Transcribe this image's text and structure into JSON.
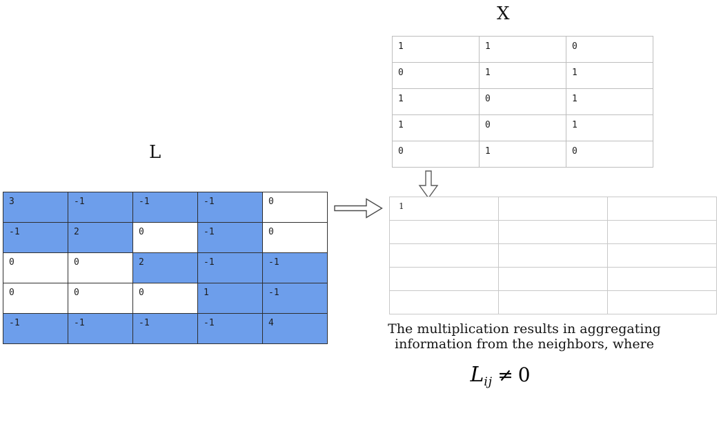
{
  "l_matrix": {
    "label": "L",
    "rows": [
      {
        "cells": [
          {
            "v": "3",
            "hl": true
          },
          {
            "v": "-1",
            "hl": true
          },
          {
            "v": "-1",
            "hl": true
          },
          {
            "v": "-1",
            "hl": true
          },
          {
            "v": "0",
            "hl": false
          }
        ]
      },
      {
        "cells": [
          {
            "v": "-1",
            "hl": true
          },
          {
            "v": "2",
            "hl": true
          },
          {
            "v": "0",
            "hl": false
          },
          {
            "v": "-1",
            "hl": true
          },
          {
            "v": "0",
            "hl": false
          }
        ]
      },
      {
        "cells": [
          {
            "v": "0",
            "hl": false
          },
          {
            "v": "0",
            "hl": false
          },
          {
            "v": "2",
            "hl": true
          },
          {
            "v": "-1",
            "hl": true
          },
          {
            "v": "-1",
            "hl": true
          }
        ]
      },
      {
        "cells": [
          {
            "v": "0",
            "hl": false
          },
          {
            "v": "0",
            "hl": false
          },
          {
            "v": "0",
            "hl": false
          },
          {
            "v": "1",
            "hl": true
          },
          {
            "v": "-1",
            "hl": true
          }
        ]
      },
      {
        "cells": [
          {
            "v": "-1",
            "hl": true
          },
          {
            "v": "-1",
            "hl": true
          },
          {
            "v": "-1",
            "hl": true
          },
          {
            "v": "-1",
            "hl": true
          },
          {
            "v": "4",
            "hl": true
          }
        ]
      }
    ]
  },
  "x_matrix": {
    "label": "X",
    "rows": [
      {
        "cells": [
          {
            "v": "1"
          },
          {
            "v": "1"
          },
          {
            "v": "0"
          }
        ]
      },
      {
        "cells": [
          {
            "v": "0"
          },
          {
            "v": "1"
          },
          {
            "v": "1"
          }
        ]
      },
      {
        "cells": [
          {
            "v": "1"
          },
          {
            "v": "0"
          },
          {
            "v": "1"
          }
        ]
      },
      {
        "cells": [
          {
            "v": "1"
          },
          {
            "v": "0"
          },
          {
            "v": "1"
          }
        ]
      },
      {
        "cells": [
          {
            "v": "0"
          },
          {
            "v": "1"
          },
          {
            "v": "0"
          }
        ]
      }
    ]
  },
  "result_matrix": {
    "rows": [
      {
        "cells": [
          {
            "v": "1"
          },
          {
            "v": ""
          },
          {
            "v": ""
          }
        ]
      },
      {
        "cells": [
          {
            "v": ""
          },
          {
            "v": ""
          },
          {
            "v": ""
          }
        ]
      },
      {
        "cells": [
          {
            "v": ""
          },
          {
            "v": ""
          },
          {
            "v": ""
          }
        ]
      },
      {
        "cells": [
          {
            "v": ""
          },
          {
            "v": ""
          },
          {
            "v": ""
          }
        ]
      },
      {
        "cells": [
          {
            "v": ""
          },
          {
            "v": ""
          },
          {
            "v": ""
          }
        ]
      }
    ]
  },
  "caption": {
    "line1": "The multiplication results in aggregating",
    "line2": "information from the neighbors, where"
  },
  "formula": {
    "base": "L",
    "subscript": "ij",
    "relation": "≠",
    "rhs": "0"
  },
  "icons": {
    "right_arrow": "hollow-right-arrow-icon",
    "down_arrow": "hollow-down-arrow-icon"
  },
  "colors": {
    "highlight_blue": "#6d9eeb",
    "l_border": "#2e2e2e",
    "light_border": "#bdbdbd",
    "result_outer_border": "#9b9b9b"
  }
}
